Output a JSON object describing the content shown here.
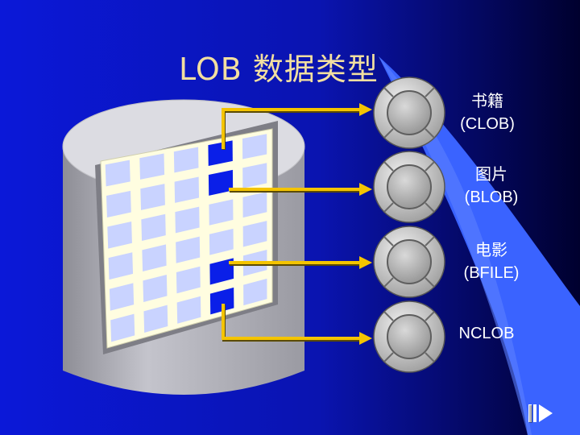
{
  "slide": {
    "title": "LOB 数据类型"
  },
  "items": [
    {
      "name_zh": "书籍",
      "name_en": "(CLOB)"
    },
    {
      "name_zh": "图片",
      "name_en": "(BLOB)"
    },
    {
      "name_zh": "电影",
      "name_en": "(BFILE)"
    },
    {
      "name_zh": "",
      "name_en": "NCLOB"
    }
  ],
  "colors": {
    "background_left": "#0b18d8",
    "background_right": "#000040",
    "swoosh": "#3a63ff",
    "arrow": "#f4c400",
    "title": "#f2dfa0",
    "grid_cell": "#c9d3ff",
    "grid_highlight": "#0a1fe8",
    "grid_frame": "#fffde0"
  },
  "icons": {
    "media_button": "disc-button-icon",
    "navigation": "next-slide-icon"
  }
}
